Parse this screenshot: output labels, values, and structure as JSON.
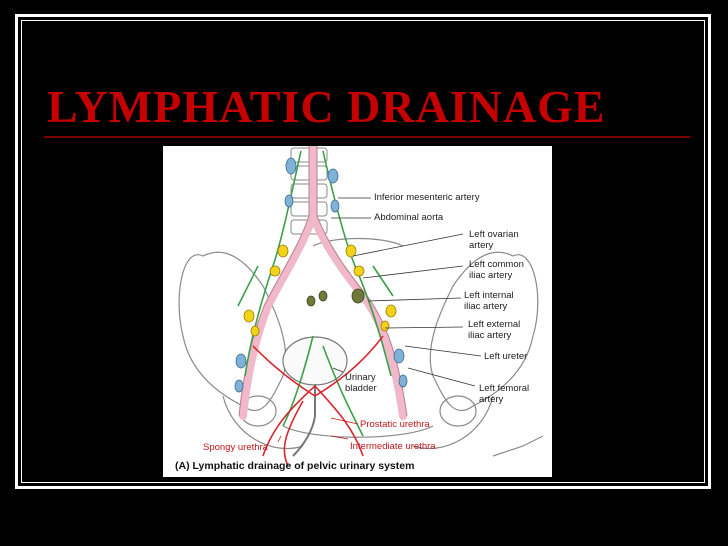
{
  "slide": {
    "title": "LYMPHATIC DRAINAGE"
  },
  "figure": {
    "caption": "(A) Lymphatic drainage of pelvic urinary system",
    "labels": {
      "inferior_mesenteric_artery": "Inferior mesenteric artery",
      "abdominal_aorta": "Abdominal aorta",
      "left_ovarian_artery_1": "Left ovarian",
      "left_ovarian_artery_2": "artery",
      "left_common_iliac_1": "Left common",
      "left_common_iliac_2": "iliac artery",
      "left_internal_iliac_1": "Left internal",
      "left_internal_iliac_2": "iliac artery",
      "left_external_iliac_1": "Left external",
      "left_external_iliac_2": "iliac artery",
      "left_ureter": "Left ureter",
      "urinary_bladder_1": "Urinary",
      "urinary_bladder_2": "bladder",
      "left_femoral_artery_1": "Left femoral",
      "left_femoral_artery_2": "artery",
      "prostatic_urethra": "Prostatic urethra",
      "spongy_urethra": "Spongy urethra",
      "intermediate_urethra": "Intermediate urethra"
    },
    "colors": {
      "artery": "#f0b8c8",
      "lymph_node_blue": "#7fb2d6",
      "lymph_node_yellow": "#f3d21c",
      "lymph_node_olive": "#6f7a3a",
      "lymph_vessel_green": "#3aa04a",
      "lymph_vessel_red": "#d7282f"
    }
  }
}
